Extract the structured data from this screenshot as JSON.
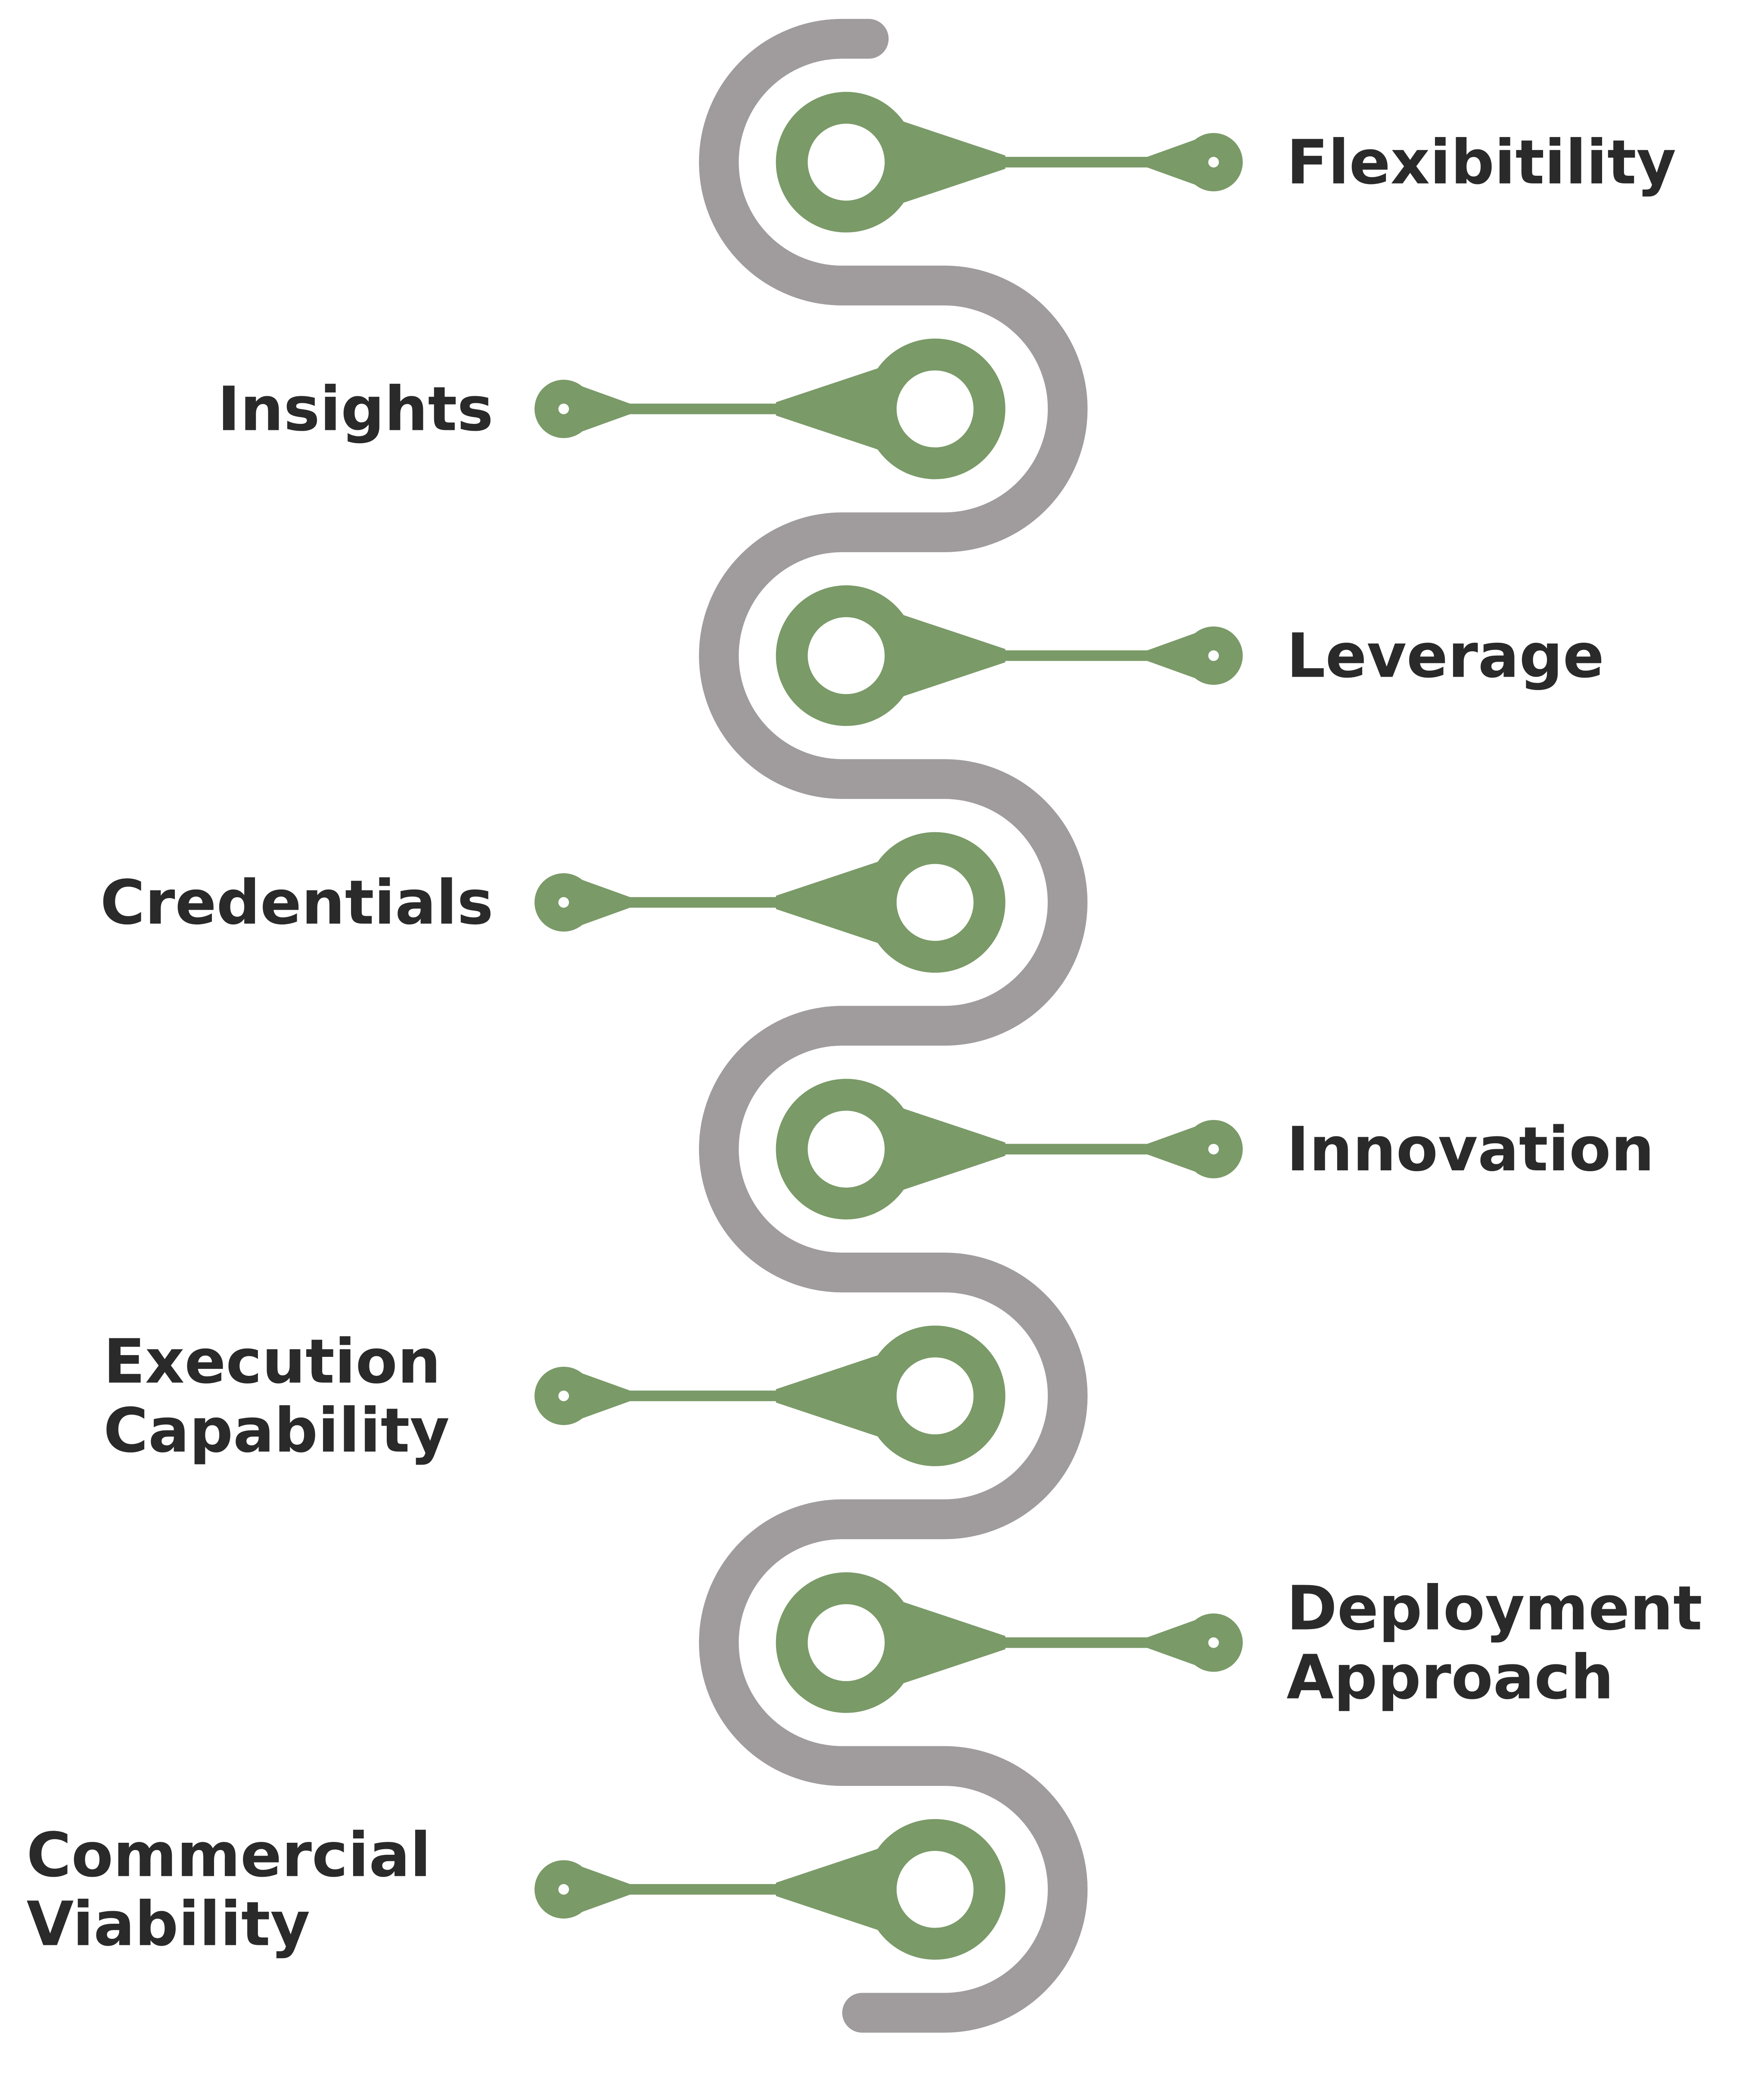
{
  "colors": {
    "path": "#a09c9e",
    "accent": "#7a9a68",
    "text": "#2a2a2a"
  },
  "items": [
    {
      "side": "right",
      "lines": [
        "Flexibitility"
      ]
    },
    {
      "side": "left",
      "lines": [
        "Insights"
      ]
    },
    {
      "side": "right",
      "lines": [
        "Leverage"
      ]
    },
    {
      "side": "left",
      "lines": [
        "Credentials"
      ]
    },
    {
      "side": "right",
      "lines": [
        "Innovation"
      ]
    },
    {
      "side": "left",
      "lines": [
        "Execution",
        "Capability"
      ]
    },
    {
      "side": "right",
      "lines": [
        "Deployment",
        "Approach"
      ]
    },
    {
      "side": "left",
      "lines": [
        "Commercial",
        "Viability"
      ]
    }
  ]
}
